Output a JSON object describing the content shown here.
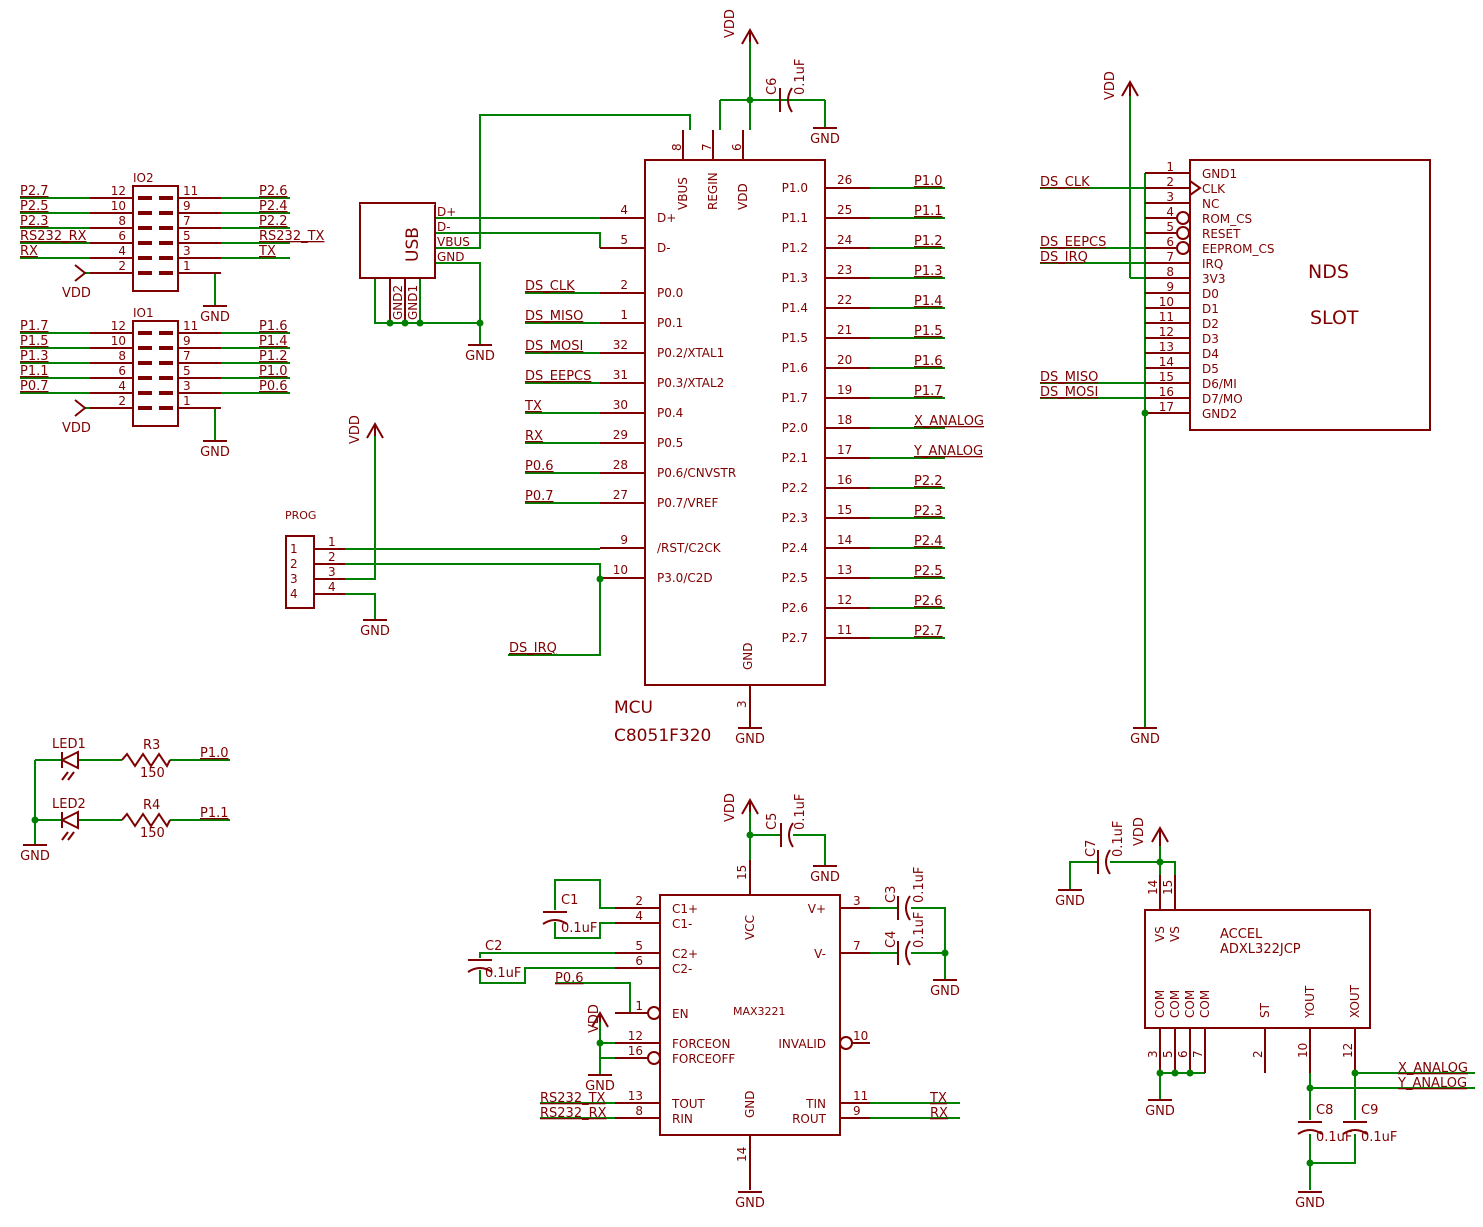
{
  "mcu": {
    "name": "MCU",
    "value": "C8051F320",
    "top_pins": [
      {
        "label": "VBUS",
        "num": "8"
      },
      {
        "label": "REGIN",
        "num": "7"
      },
      {
        "label": "VDD",
        "num": "6"
      }
    ],
    "left_pins": [
      {
        "label": "D+",
        "num": "4"
      },
      {
        "label": "D-",
        "num": "5"
      },
      {
        "label": "P0.0",
        "num": "2"
      },
      {
        "label": "P0.1",
        "num": "1"
      },
      {
        "label": "P0.2/XTAL1",
        "num": "32"
      },
      {
        "label": "P0.3/XTAL2",
        "num": "31"
      },
      {
        "label": "P0.4",
        "num": "30"
      },
      {
        "label": "P0.5",
        "num": "29"
      },
      {
        "label": "P0.6/CNVSTR",
        "num": "28"
      },
      {
        "label": "P0.7/VREF",
        "num": "27"
      },
      {
        "label": "/RST/C2CK",
        "num": "9"
      },
      {
        "label": "P3.0/C2D",
        "num": "10"
      }
    ],
    "left_nets": [
      "DS_CLK",
      "DS_MISO",
      "DS_MOSI",
      "DS_EEPCS",
      "TX",
      "RX",
      "P0.6",
      "P0.7"
    ],
    "right_pins": [
      {
        "label": "P1.0",
        "num": "26",
        "net": "P1.0"
      },
      {
        "label": "P1.1",
        "num": "25",
        "net": "P1.1"
      },
      {
        "label": "P1.2",
        "num": "24",
        "net": "P1.2"
      },
      {
        "label": "P1.3",
        "num": "23",
        "net": "P1.3"
      },
      {
        "label": "P1.4",
        "num": "22",
        "net": "P1.4"
      },
      {
        "label": "P1.5",
        "num": "21",
        "net": "P1.5"
      },
      {
        "label": "P1.6",
        "num": "20",
        "net": "P1.6"
      },
      {
        "label": "P1.7",
        "num": "19",
        "net": "P1.7"
      },
      {
        "label": "P2.0",
        "num": "18",
        "net": "X_ANALOG"
      },
      {
        "label": "P2.1",
        "num": "17",
        "net": "Y_ANALOG"
      },
      {
        "label": "P2.2",
        "num": "16",
        "net": "P2.2"
      },
      {
        "label": "P2.3",
        "num": "15",
        "net": "P2.3"
      },
      {
        "label": "P2.4",
        "num": "14",
        "net": "P2.4"
      },
      {
        "label": "P2.5",
        "num": "13",
        "net": "P2.5"
      },
      {
        "label": "P2.6",
        "num": "12",
        "net": "P2.6"
      },
      {
        "label": "P2.7",
        "num": "11",
        "net": "P2.7"
      }
    ],
    "gnd_pin": {
      "label": "GND",
      "num": "3"
    },
    "ds_irq_net": "DS_IRQ"
  },
  "usb": {
    "name": "USB",
    "pins": [
      "D+",
      "D-",
      "VBUS",
      "GND"
    ],
    "shield_pins": [
      "GND2",
      "GND1"
    ]
  },
  "io2": {
    "name": "IO2",
    "rows": [
      {
        "left_net": "P2.7",
        "left_num": "12",
        "right_num": "11",
        "right_net": "P2.6"
      },
      {
        "left_net": "P2.5",
        "left_num": "10",
        "right_num": "9",
        "right_net": "P2.4"
      },
      {
        "left_net": "P2.3",
        "left_num": "8",
        "right_num": "7",
        "right_net": "P2.2"
      },
      {
        "left_net": "RS232_RX",
        "left_num": "6",
        "right_num": "5",
        "right_net": "RS232_TX"
      },
      {
        "left_net": "RX",
        "left_num": "4",
        "right_num": "3",
        "right_net": "TX"
      },
      {
        "left_net": "",
        "left_num": "2",
        "right_num": "1",
        "right_net": ""
      }
    ]
  },
  "io1": {
    "name": "IO1",
    "rows": [
      {
        "left_net": "P1.7",
        "left_num": "12",
        "right_num": "11",
        "right_net": "P1.6"
      },
      {
        "left_net": "P1.5",
        "left_num": "10",
        "right_num": "9",
        "right_net": "P1.4"
      },
      {
        "left_net": "P1.3",
        "left_num": "8",
        "right_num": "7",
        "right_net": "P1.2"
      },
      {
        "left_net": "P1.1",
        "left_num": "6",
        "right_num": "5",
        "right_net": "P1.0"
      },
      {
        "left_net": "P0.7",
        "left_num": "4",
        "right_num": "3",
        "right_net": "P0.6"
      },
      {
        "left_net": "",
        "left_num": "2",
        "right_num": "1",
        "right_net": ""
      }
    ]
  },
  "prog": {
    "name": "PROG",
    "pins": [
      "1",
      "2",
      "3",
      "4"
    ]
  },
  "nds": {
    "name": "NDS",
    "value": "SLOT",
    "pins": [
      {
        "num": "1",
        "label": "GND1",
        "net": ""
      },
      {
        "num": "2",
        "label": "CLK",
        "net": "DS_CLK"
      },
      {
        "num": "3",
        "label": "NC",
        "net": ""
      },
      {
        "num": "4",
        "label": "ROM_CS",
        "net": ""
      },
      {
        "num": "5",
        "label": "RESET",
        "net": ""
      },
      {
        "num": "6",
        "label": "EEPROM_CS",
        "net": "DS_EEPCS"
      },
      {
        "num": "7",
        "label": "IRQ",
        "net": "DS_IRQ"
      },
      {
        "num": "8",
        "label": "3V3",
        "net": ""
      },
      {
        "num": "9",
        "label": "D0",
        "net": ""
      },
      {
        "num": "10",
        "label": "D1",
        "net": ""
      },
      {
        "num": "11",
        "label": "D2",
        "net": ""
      },
      {
        "num": "12",
        "label": "D3",
        "net": ""
      },
      {
        "num": "13",
        "label": "D4",
        "net": ""
      },
      {
        "num": "14",
        "label": "D5",
        "net": ""
      },
      {
        "num": "15",
        "label": "D6/MI",
        "net": "DS_MISO"
      },
      {
        "num": "16",
        "label": "D7/MO",
        "net": "DS_MOSI"
      },
      {
        "num": "17",
        "label": "GND2",
        "net": ""
      }
    ]
  },
  "leds": [
    {
      "led": "LED1",
      "res": "R3",
      "val": "150",
      "net": "P1.0"
    },
    {
      "led": "LED2",
      "res": "R4",
      "val": "150",
      "net": "P1.1"
    }
  ],
  "max": {
    "name": "MAX3221",
    "left_pins": [
      {
        "num": "2",
        "label": "C1+"
      },
      {
        "num": "4",
        "label": "C1-"
      },
      {
        "num": "5",
        "label": "C2+"
      },
      {
        "num": "6",
        "label": "C2-"
      },
      {
        "num": "1",
        "label": "EN"
      },
      {
        "num": "12",
        "label": "FORCEON"
      },
      {
        "num": "16",
        "label": "FORCEOFF"
      },
      {
        "num": "13",
        "label": "TOUT"
      },
      {
        "num": "8",
        "label": "RIN"
      }
    ],
    "right_pins": [
      {
        "num": "3",
        "label": "V+"
      },
      {
        "num": "7",
        "label": "V-"
      },
      {
        "num": "10",
        "label": "INVALID"
      },
      {
        "num": "11",
        "label": "TIN"
      },
      {
        "num": "9",
        "label": "ROUT"
      }
    ],
    "vcc": {
      "label": "VCC",
      "num": "15"
    },
    "gnd": {
      "label": "GND",
      "num": "14"
    },
    "nets": {
      "en": "P0.6",
      "tout": "RS232_TX",
      "rin": "RS232_RX",
      "tin": "TX",
      "rout": "RX"
    }
  },
  "accel": {
    "name": "ACCEL",
    "value": "ADXL322JCP",
    "pins": [
      {
        "label": "VS",
        "num": "14"
      },
      {
        "label": "VS",
        "num": "15"
      },
      {
        "label": "COM",
        "num": "3"
      },
      {
        "label": "COM",
        "num": "5"
      },
      {
        "label": "COM",
        "num": "6"
      },
      {
        "label": "COM",
        "num": "7"
      },
      {
        "label": "ST",
        "num": "2"
      },
      {
        "label": "YOUT",
        "num": "10"
      },
      {
        "label": "XOUT",
        "num": "12"
      }
    ],
    "nets": {
      "x": "X_ANALOG",
      "y": "Y_ANALOG"
    }
  },
  "caps": [
    {
      "name": "C1",
      "value": "0.1uF"
    },
    {
      "name": "C2",
      "value": "0.1uF"
    },
    {
      "name": "C3",
      "value": "0.1uF"
    },
    {
      "name": "C4",
      "value": "0.1uF"
    },
    {
      "name": "C5",
      "value": "0.1uF"
    },
    {
      "name": "C6",
      "value": "0.1uF"
    },
    {
      "name": "C7",
      "value": "0.1uF"
    },
    {
      "name": "C8",
      "value": "0.1uF"
    },
    {
      "name": "C9",
      "value": "0.1uF"
    }
  ],
  "supply": {
    "vdd": "VDD",
    "gnd": "GND"
  }
}
